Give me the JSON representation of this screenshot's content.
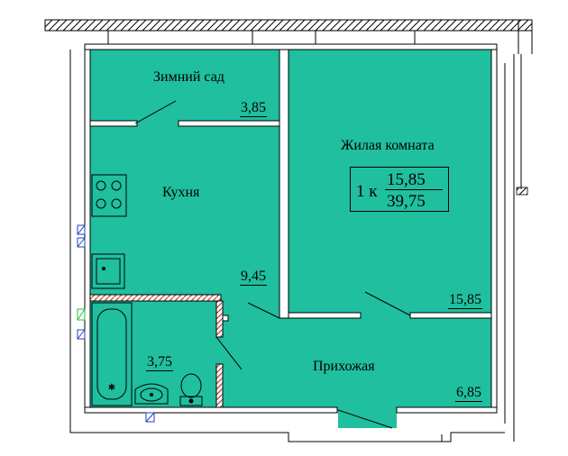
{
  "colors": {
    "floor": "#1fbf9f",
    "wall": "#ffffff",
    "line": "#000000",
    "utility_blue": "#1f3fbf",
    "utility_green": "#1fbf3f"
  },
  "rooms": {
    "winter_garden": {
      "name": "Зимний сад",
      "area": "3,85"
    },
    "kitchen": {
      "name": "Кухня",
      "area": "9,45"
    },
    "living_room": {
      "name": "Жилая комната",
      "area": "15,85"
    },
    "hallway": {
      "name": "Прихожая",
      "area": "6,85"
    },
    "bathroom": {
      "area": "3,75"
    }
  },
  "apartment": {
    "type": "1 к",
    "living_area": "15,85",
    "total_area": "39,75"
  },
  "icons": [
    "stove-icon",
    "sink-icon",
    "bathtub-icon",
    "washbasin-icon",
    "toilet-icon",
    "riser-icon"
  ]
}
